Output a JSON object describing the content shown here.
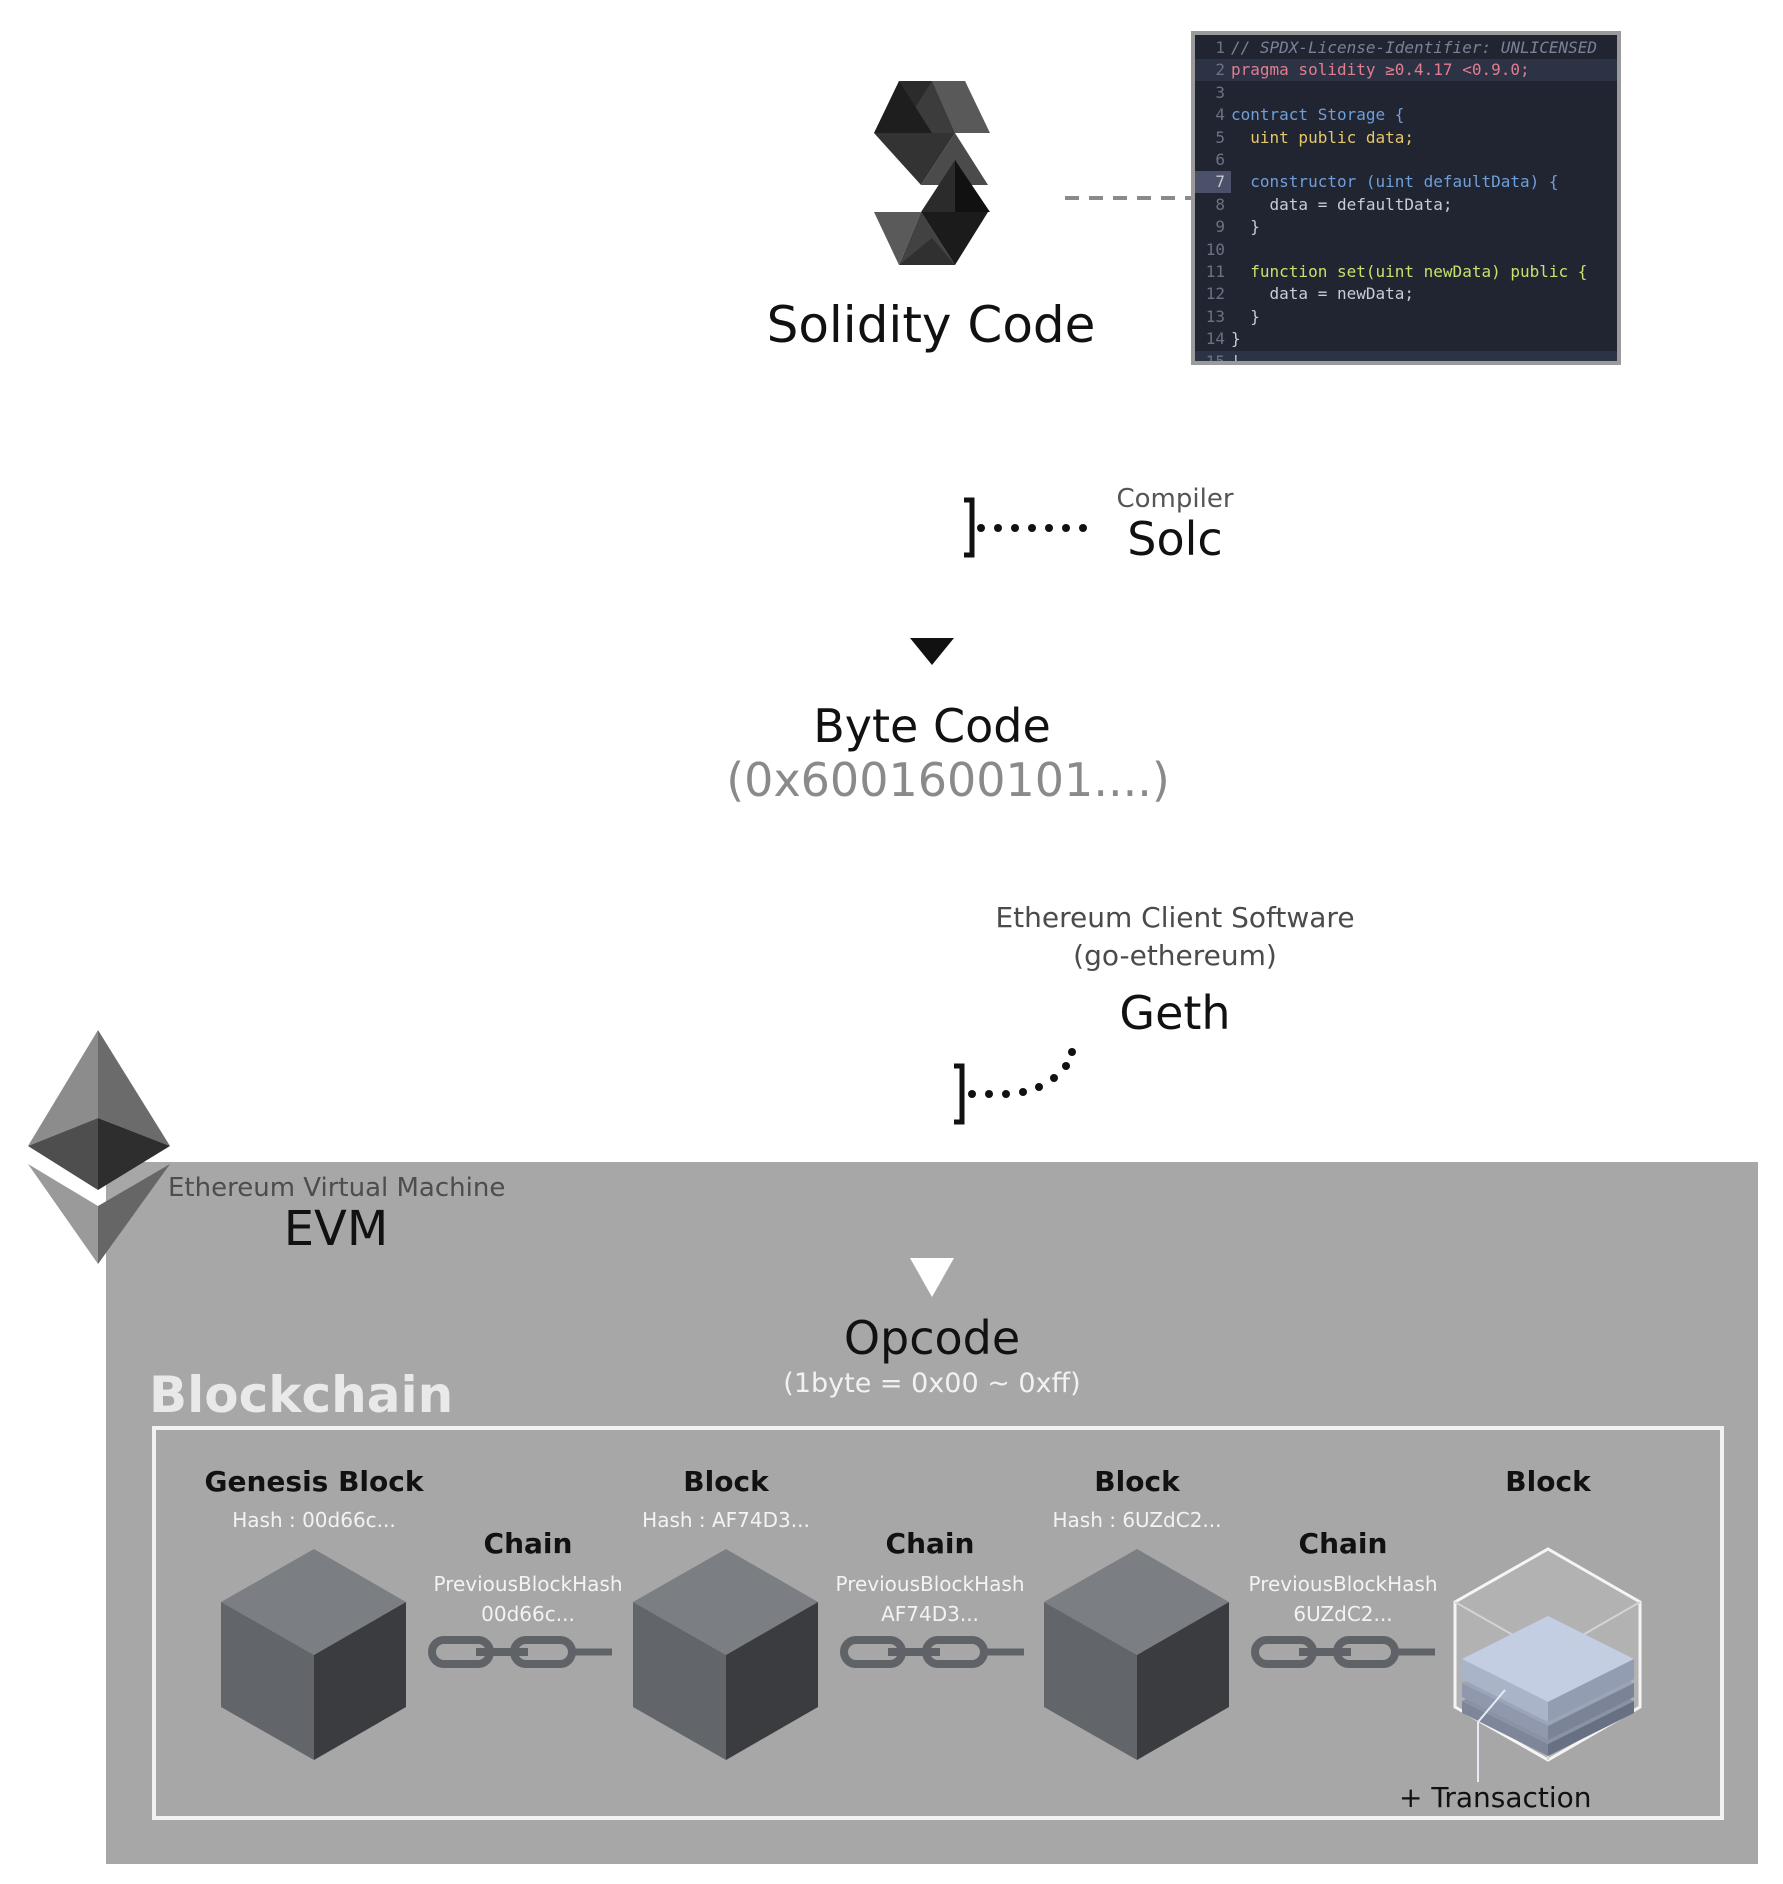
{
  "solidity": {
    "title": "Solidity Code"
  },
  "code_editor": {
    "lines": [
      {
        "n": "1",
        "text": "// SPDX-License-Identifier: UNLICENSED"
      },
      {
        "n": "2",
        "text": "pragma solidity ≥0.4.17 <0.9.0;"
      },
      {
        "n": "3",
        "text": ""
      },
      {
        "n": "4",
        "text": "contract Storage {"
      },
      {
        "n": "5",
        "text": "  uint public data;"
      },
      {
        "n": "6",
        "text": ""
      },
      {
        "n": "7",
        "text": "  constructor (uint defaultData) {"
      },
      {
        "n": "8",
        "text": "    data = defaultData;"
      },
      {
        "n": "9",
        "text": "  }"
      },
      {
        "n": "10",
        "text": ""
      },
      {
        "n": "11",
        "text": "  function set(uint newData) public {"
      },
      {
        "n": "12",
        "text": "    data = newData;"
      },
      {
        "n": "13",
        "text": "  }"
      },
      {
        "n": "14",
        "text": "}"
      },
      {
        "n": "15",
        "text": "|"
      }
    ]
  },
  "compiler": {
    "label": "Compiler",
    "name": "Solc"
  },
  "bytecode": {
    "title": "Byte Code",
    "value": "(0x6001600101....)"
  },
  "client": {
    "label": "Ethereum Client Software",
    "sub": "(go-ethereum)",
    "name": "Geth"
  },
  "evm": {
    "label": "Ethereum Virtual Machine",
    "name": "EVM"
  },
  "opcode": {
    "title": "Opcode",
    "sub": "(1byte = 0x00 ~ 0xff)"
  },
  "blockchain": {
    "title": "Blockchain",
    "blocks": [
      {
        "title": "Genesis Block",
        "hash": "Hash : 00d66c..."
      },
      {
        "title": "Block",
        "hash": "Hash : AF74D3..."
      },
      {
        "title": "Block",
        "hash": "Hash : 6UZdC2..."
      },
      {
        "title": "Block",
        "hash": ""
      }
    ],
    "chains": [
      {
        "title": "Chain",
        "sub1": "PreviousBlockHash",
        "sub2": "00d66c..."
      },
      {
        "title": "Chain",
        "sub1": "PreviousBlockHash",
        "sub2": "AF74D3..."
      },
      {
        "title": "Chain",
        "sub1": "PreviousBlockHash",
        "sub2": "6UZdC2..."
      }
    ],
    "transaction_label": "+ Transaction"
  },
  "colors": {
    "evm_panel": "#a7a7a7",
    "cube_top": "#7b7e82",
    "cube_left": "#626569",
    "cube_right": "#3a3c3f",
    "chain_link": "#5f6368",
    "tx_layer": "#c4cee3"
  }
}
